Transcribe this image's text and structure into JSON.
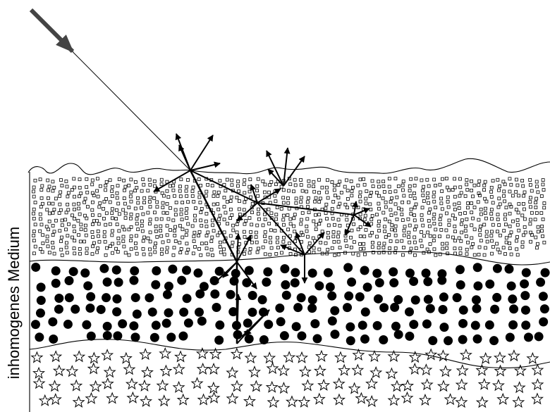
{
  "diagram": {
    "side_label": "inhomogenes Medium",
    "colors": {
      "ink": "#000000",
      "background": "#ffffff",
      "incident_arrow": "#444444"
    },
    "layers": [
      {
        "name": "upper-layer",
        "marker": "hollow-square"
      },
      {
        "name": "middle-layer",
        "marker": "filled-circle"
      },
      {
        "name": "lower-layer",
        "marker": "star"
      }
    ],
    "icons": {
      "incident": "incident-light-arrow-icon",
      "scatter": "scatter-arrow-icon"
    }
  }
}
